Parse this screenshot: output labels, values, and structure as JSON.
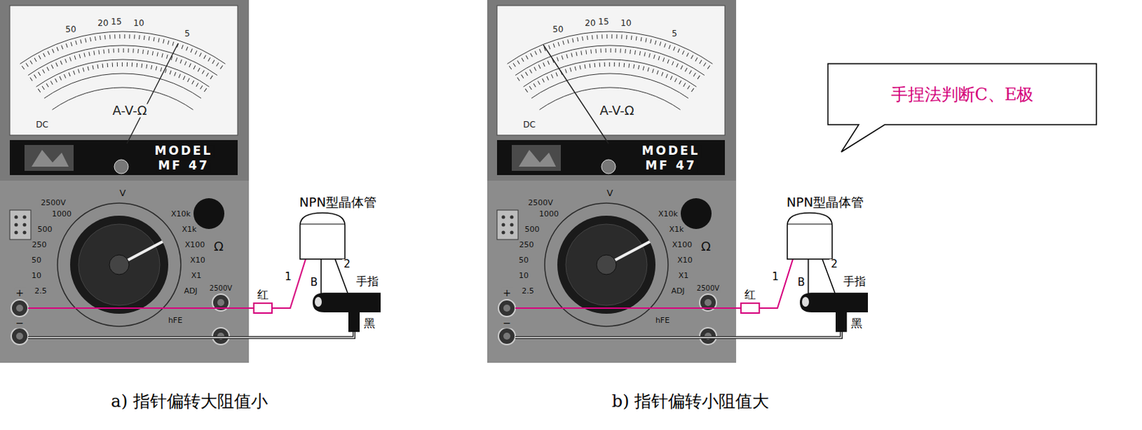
{
  "diagram": {
    "nodes": [
      {
        "text": [
          "手捏法判断C、E极"
        ]
      }
    ],
    "labels": [
      "50",
      "20",
      "15",
      "10",
      "5",
      "A-V-Ω",
      "DC",
      "MODEL",
      "MF 47",
      "2500V",
      "V",
      "1000",
      "500",
      "250",
      "50",
      "10",
      "2.5",
      "X10k",
      "X1k",
      "X100",
      "X10",
      "X1",
      "ADJ",
      "Ω",
      "+",
      "−",
      "2500V",
      "hFE",
      "NPN型晶体管",
      "红",
      "1",
      "B",
      "2",
      "手指",
      "黑",
      "50",
      "20",
      "15",
      "10",
      "5",
      "A-V-Ω",
      "DC",
      "MODEL",
      "MF 47",
      "2500V",
      "V",
      "1000",
      "500",
      "250",
      "50",
      "10",
      "2.5",
      "X10k",
      "X1k",
      "X100",
      "X10",
      "X1",
      "ADJ",
      "Ω",
      "+",
      "−",
      "2500V",
      "hFE",
      "NPN型晶体管",
      "红",
      "1",
      "B",
      "2",
      "手指",
      "黑",
      "a) 指针偏转大阻值小",
      "b) 指针偏转小阻值大"
    ]
  }
}
